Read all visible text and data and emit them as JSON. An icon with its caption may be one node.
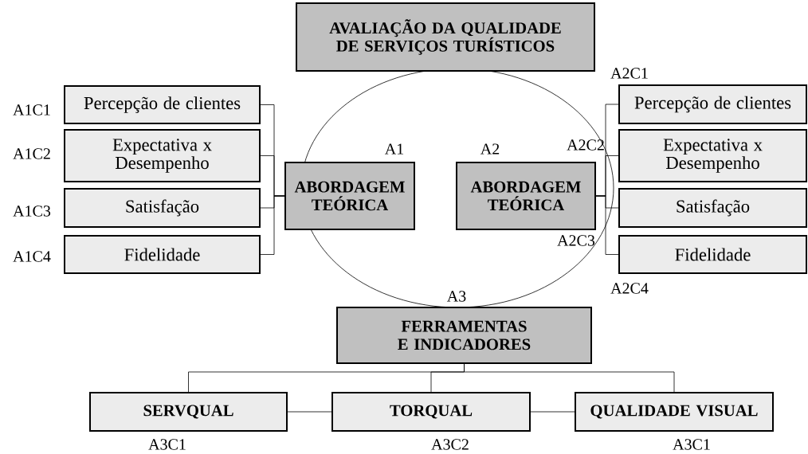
{
  "diagram": {
    "nodes": [
      {
        "text": [
          "AVALIAÇÃO DA QUALIDADE DE SERVIÇOS TURÍSTICOS"
        ]
      },
      {
        "text": [
          "ABORDAGEM TEÓRICA"
        ],
        "beside": [
          "A1"
        ]
      },
      {
        "text": [
          "ABORDAGEM TEÓRICA"
        ],
        "beside": [
          "A2"
        ]
      },
      {
        "text": [
          "FERRAMENTAS E INDICADORES"
        ],
        "beside": [
          "A3"
        ]
      },
      {
        "text": [
          "Percepção de clientes"
        ],
        "beside": [
          "A1C1"
        ]
      },
      {
        "text": [
          "Expectativa x Desempenho"
        ],
        "beside": [
          "A1C2"
        ]
      },
      {
        "text": [
          "Satisfação"
        ],
        "beside": [
          "A1C3"
        ]
      },
      {
        "text": [
          "Fidelidade"
        ],
        "beside": [
          "A1C4"
        ]
      },
      {
        "text": [
          "Percepção de clientes"
        ],
        "beside": [
          "A2C1"
        ]
      },
      {
        "text": [
          "Expectativa x Desempenho"
        ],
        "beside": [
          "A2C2"
        ]
      },
      {
        "text": [
          "Satisfação"
        ]
      },
      {
        "text": [
          "Fidelidade"
        ],
        "beside": [
          "A2C4"
        ]
      },
      {
        "text": [
          "SERVQUAL"
        ],
        "beside": [
          "A3C1"
        ]
      },
      {
        "text": [
          "TORQUAL"
        ],
        "beside": [
          "A3C2"
        ]
      },
      {
        "text": [
          "QUALIDADE VISUAL"
        ],
        "beside": [
          "A3C1"
        ]
      }
    ],
    "edges": [
      {
        "from": 4,
        "to": 1,
        "arrow": "none"
      },
      {
        "from": 5,
        "to": 1,
        "arrow": "none"
      },
      {
        "from": 6,
        "to": 1,
        "arrow": "none"
      },
      {
        "from": 7,
        "to": 1,
        "arrow": "none"
      },
      {
        "from": 2,
        "to": 8,
        "arrow": "none"
      },
      {
        "from": 2,
        "to": 9,
        "arrow": "none"
      },
      {
        "from": 2,
        "to": 10,
        "arrow": "none"
      },
      {
        "from": 2,
        "to": 11,
        "arrow": "none"
      },
      {
        "from": 3,
        "to": 12,
        "arrow": "none"
      },
      {
        "from": 3,
        "to": 13,
        "arrow": "none"
      },
      {
        "from": 3,
        "to": 14,
        "arrow": "none"
      },
      {
        "from": 12,
        "to": 13,
        "arrow": "none"
      },
      {
        "from": 13,
        "to": 14,
        "arrow": "none"
      }
    ],
    "labels": [
      "A2C3"
    ]
  }
}
